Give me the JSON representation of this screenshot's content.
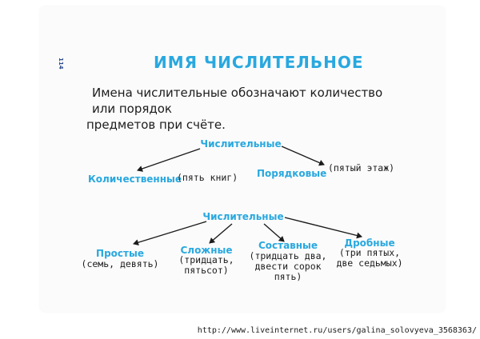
{
  "side_mark": "114",
  "title": "ИМЯ ЧИСЛИТЕЛЬНОЕ",
  "intro": {
    "line1": "Имена числительные обозначают количество или порядок",
    "line2": "предметов при счёте."
  },
  "diagram1": {
    "root": "Числительные",
    "left": {
      "label": "Количественные",
      "note": "(пять книг)"
    },
    "right": {
      "label": "Порядковые",
      "note": "(пятый этаж)"
    }
  },
  "diagram2": {
    "root": "Числительные",
    "children": [
      {
        "label": "Простые",
        "note_lines": [
          "(семь, девять)"
        ]
      },
      {
        "label": "Сложные",
        "note_lines": [
          "(тридцать,",
          "пятьсот)"
        ]
      },
      {
        "label": "Составные",
        "note_lines": [
          "(тридцать два,",
          "двести сорок",
          "пять)"
        ]
      },
      {
        "label": "Дробные",
        "note_lines": [
          "(три пятых,",
          "две седьмых)"
        ]
      }
    ]
  },
  "footer_url": "http://www.liveinternet.ru/users/galina_solovyeva_3568363/",
  "colors": {
    "accent": "#29a8df",
    "text": "#1c1c1c"
  }
}
